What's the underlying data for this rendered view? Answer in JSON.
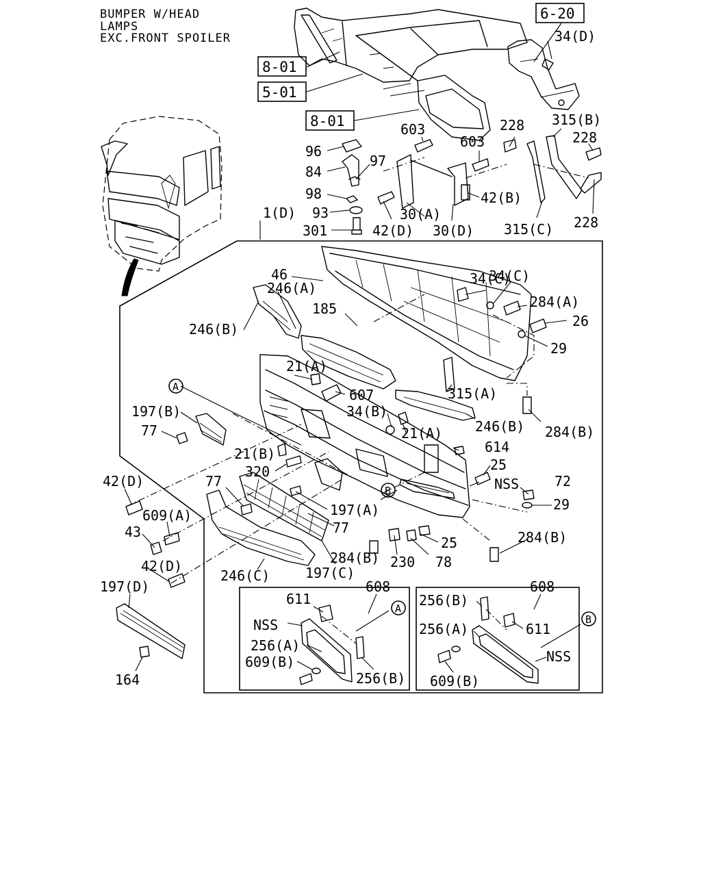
{
  "title": [
    "BUMPER W/HEAD",
    "LAMPS",
    "EXC.FRONT SPOILER"
  ],
  "reference_boxes": [
    "6-20",
    "8-01",
    "5-01",
    "8-01"
  ],
  "circle_markers": [
    "A",
    "B",
    "A",
    "B"
  ],
  "callouts": [
    "34(D)",
    "603",
    "228",
    "315(B)",
    "603",
    "228",
    "96",
    "84",
    "97",
    "98",
    "93",
    "301",
    "42(B)",
    "42(D)",
    "30(A)",
    "30(D)",
    "315(C)",
    "228",
    "1(D)",
    "46",
    "34(C)",
    "34(C)",
    "284(A)",
    "26",
    "29",
    "246(A)",
    "185",
    "246(B)",
    "21(A)",
    "607",
    "315(A)",
    "34(B)",
    "246(B)",
    "284(B)",
    "197(B)",
    "77",
    "21(B)",
    "21(A)",
    "614",
    "320",
    "25",
    "NSS",
    "72",
    "29",
    "42(D)",
    "77",
    "609(A)",
    "43",
    "197(A)",
    "77",
    "284(B)",
    "25",
    "284(B)",
    "230",
    "78",
    "42(D)",
    "246(C)",
    "197(C)",
    "197(D)",
    "164",
    "608",
    "611",
    "NSS",
    "256(A)",
    "609(B)",
    "256(B)",
    "608",
    "256(B)",
    "256(A)",
    "611",
    "NSS",
    "609(B)"
  ]
}
